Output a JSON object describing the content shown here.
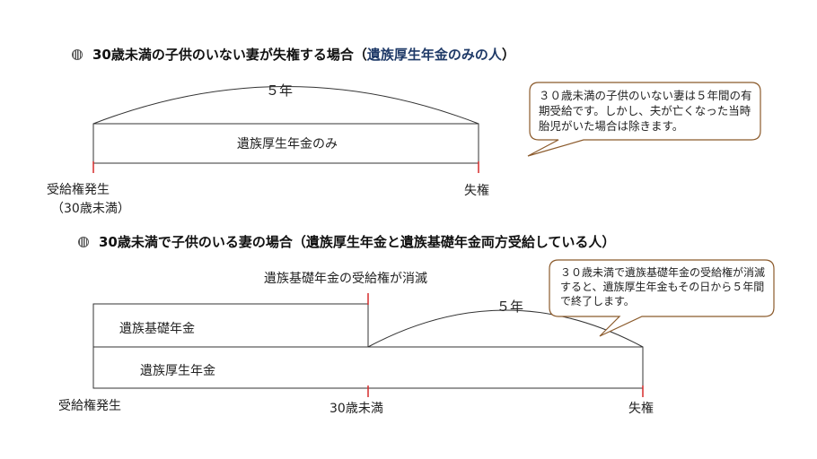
{
  "section1": {
    "heading_main": "30歳未満の子供のいない妻が失権する場合（",
    "heading_highlight": "遺族厚生年金のみの人",
    "heading_close": "）",
    "span_label": "５年",
    "box_label": "遺族厚生年金のみ",
    "start_label_line1": "受給権発生",
    "start_label_line2": "（30歳未満）",
    "end_label": "失権",
    "callout": "３０歳未満の子供のいない妻は５年間の有期受給です。しかし、夫が亡くなった当時胎児がいた場合は除きます。"
  },
  "section2": {
    "heading_main": "30歳未満で子供のいる妻の場合（遺族厚生年金と遺族基礎年金両方受給している人）",
    "top_label": "遺族基礎年金の受給権が消滅",
    "span_label": "５年",
    "box_upper_label": "遺族基礎年金",
    "box_lower_label": "遺族厚生年金",
    "start_label": "受給権発生",
    "mid_label": "30歳未満",
    "end_label": "失権",
    "callout": "３０歳未満で遺族基礎年金の受給権が消滅すると、遺族厚生年金もその日から５年間で終了します。"
  },
  "colors": {
    "heading_highlight": "#1f3a68",
    "tick": "#d62b2b",
    "callout_border": "#8b5a2b"
  }
}
